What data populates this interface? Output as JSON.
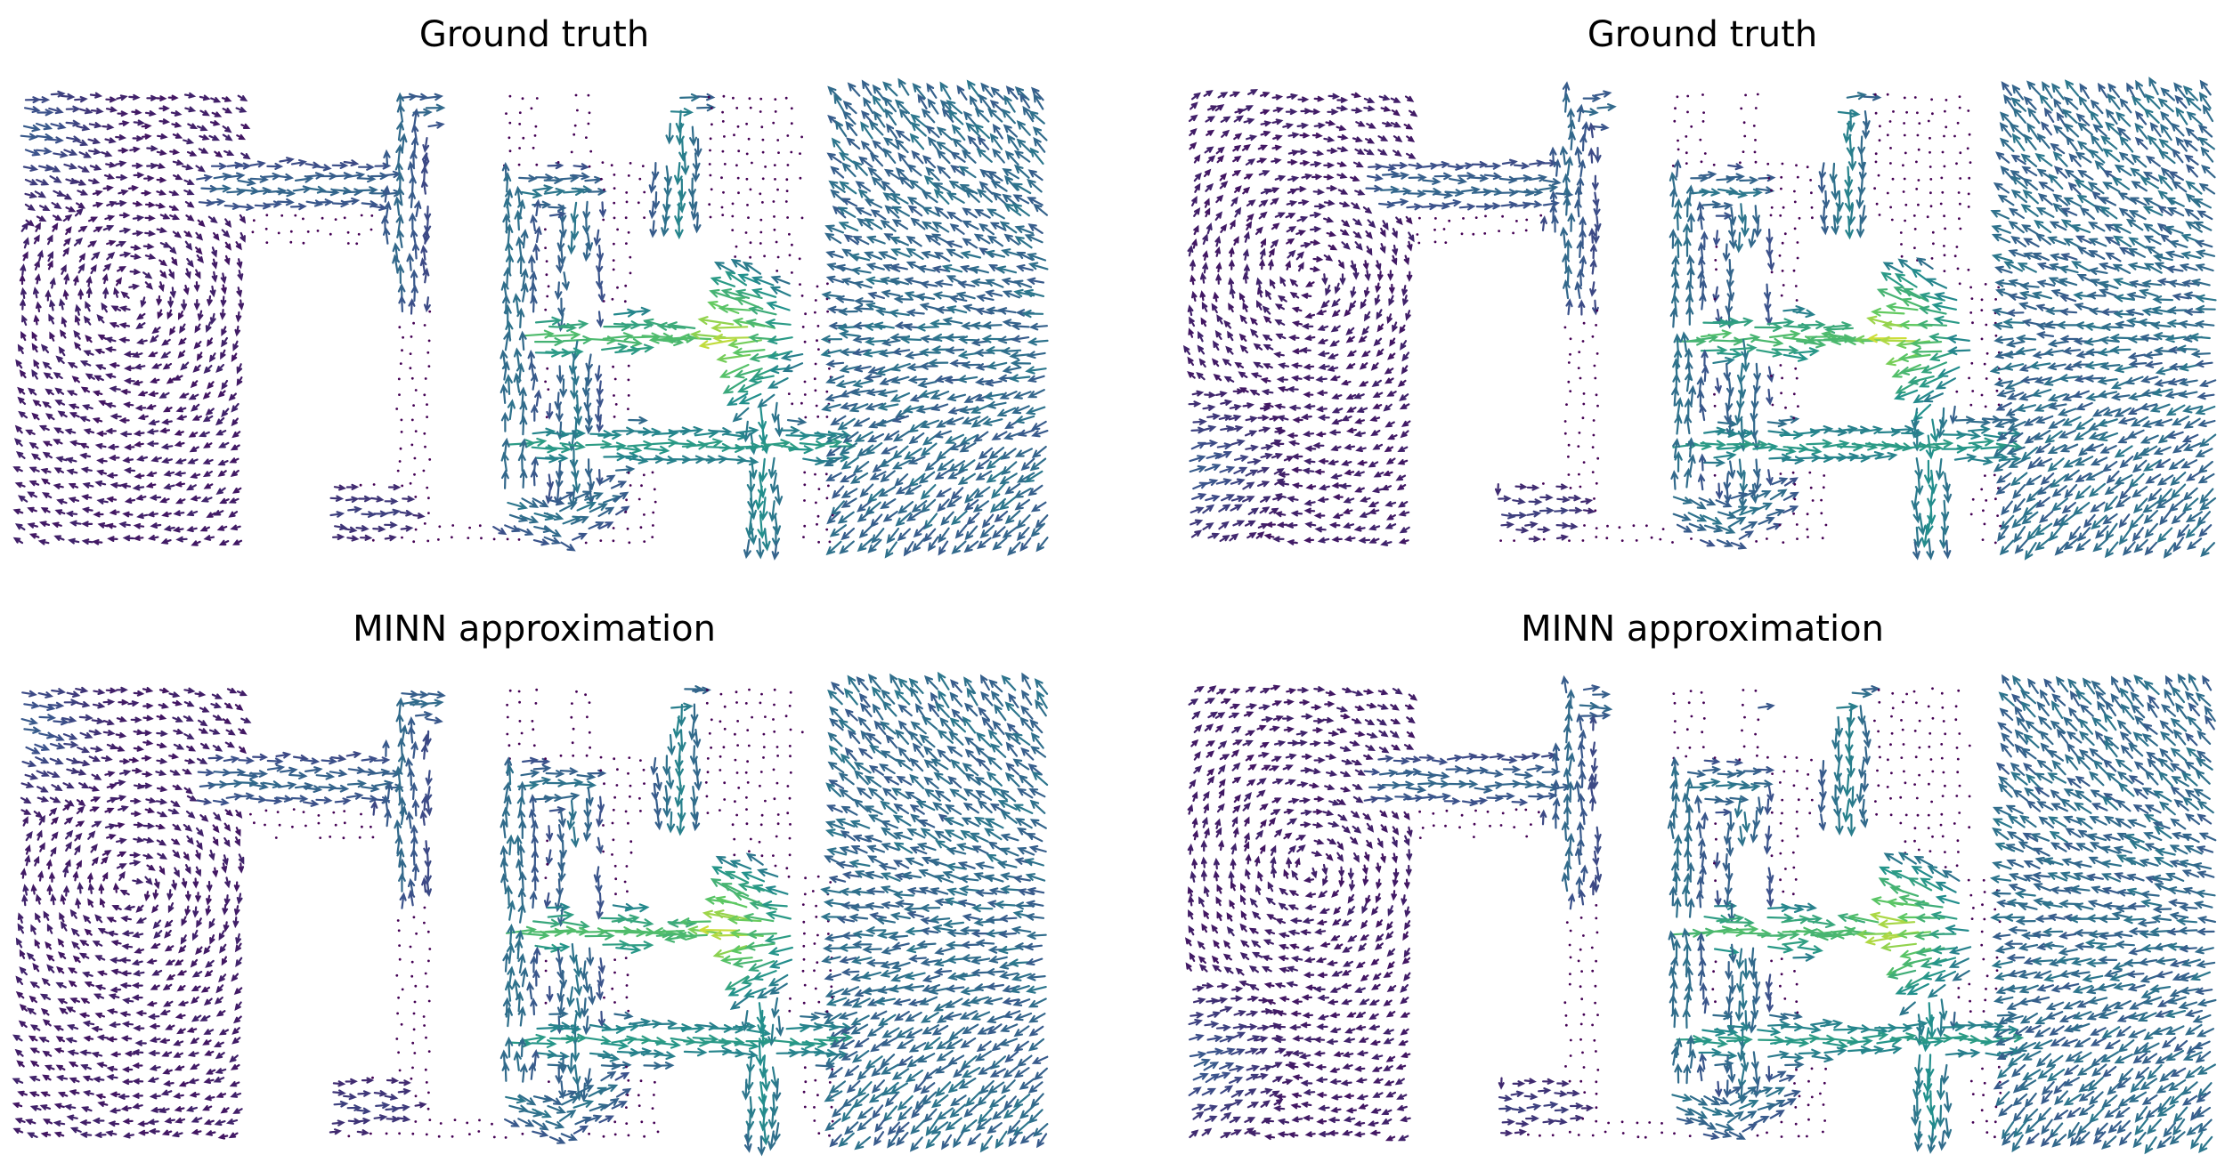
{
  "figure": {
    "colormap": [
      "#440154",
      "#3b528b",
      "#21918c",
      "#5ec962",
      "#fde725"
    ]
  },
  "chart_data": [
    {
      "type": "quiver",
      "title": "Ground truth",
      "inlet_side": "left-top",
      "walls": "t-junction channel network with four vertical branches and two horizontal crossbars",
      "peak_flow": "yellow jet near right end of upper crossbar"
    },
    {
      "type": "quiver",
      "title": "Ground truth",
      "inlet_side": "left-bottom",
      "walls": "t-junction channel network with four vertical branches and two horizontal crossbars",
      "peak_flow": "yellow jet near right end of upper crossbar"
    },
    {
      "type": "quiver",
      "title": "MINN approximation",
      "inlet_side": "left-top",
      "walls": "t-junction channel network with four vertical branches and two horizontal crossbars",
      "peak_flow": "yellow jet near right end of upper crossbar"
    },
    {
      "type": "quiver",
      "title": "MINN approximation",
      "inlet_side": "left-bottom",
      "walls": "t-junction channel network with four vertical branches and two horizontal crossbars",
      "peak_flow": "yellow jet near right end of upper crossbar"
    }
  ]
}
